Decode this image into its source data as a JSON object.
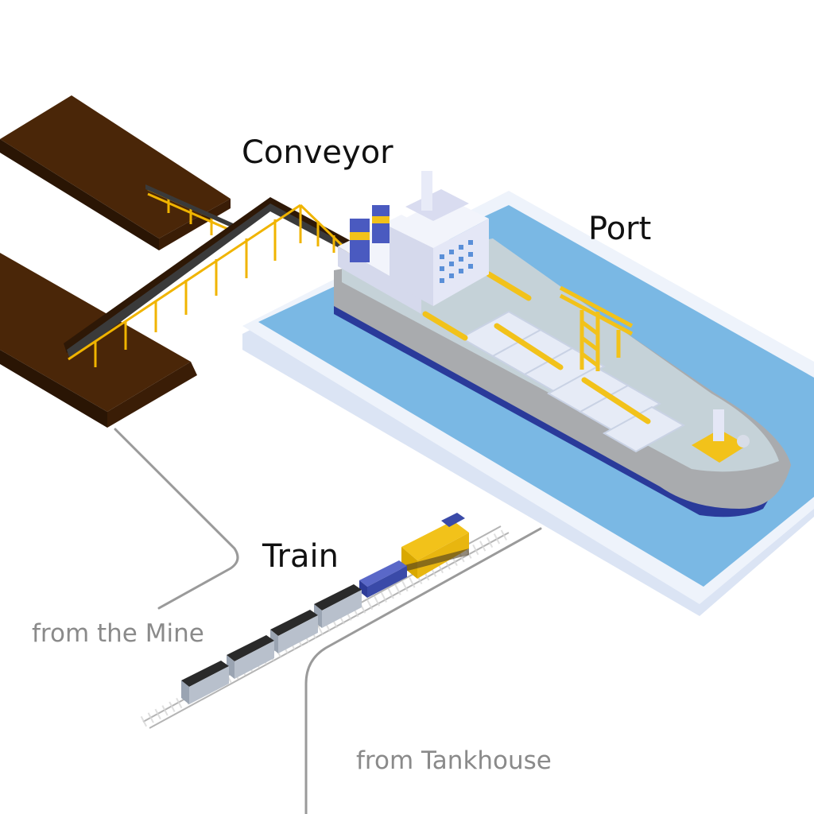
{
  "labels": {
    "conveyor": "Conveyor",
    "port": "Port",
    "train": "Train",
    "from_mine": "from the Mine",
    "from_tankhouse": "from Tankhouse"
  },
  "colors": {
    "ore_pile": "#4a2608",
    "ore_side": "#2a1504",
    "conveyor_frame": "#f0b400",
    "water": "#7ab8e4",
    "dock": "#e4ecf8",
    "hull": "#a9abae",
    "hull_stripe": "#2a3a9a",
    "superstructure": "#e4e7f6",
    "crane": "#f6c400",
    "connector_line": "#9a9a9a",
    "locomotive": "#f2c21a",
    "locomotive_cab": "#3a4aa8",
    "wagon": "#b8c0cc",
    "track": "#b4b4b4"
  }
}
